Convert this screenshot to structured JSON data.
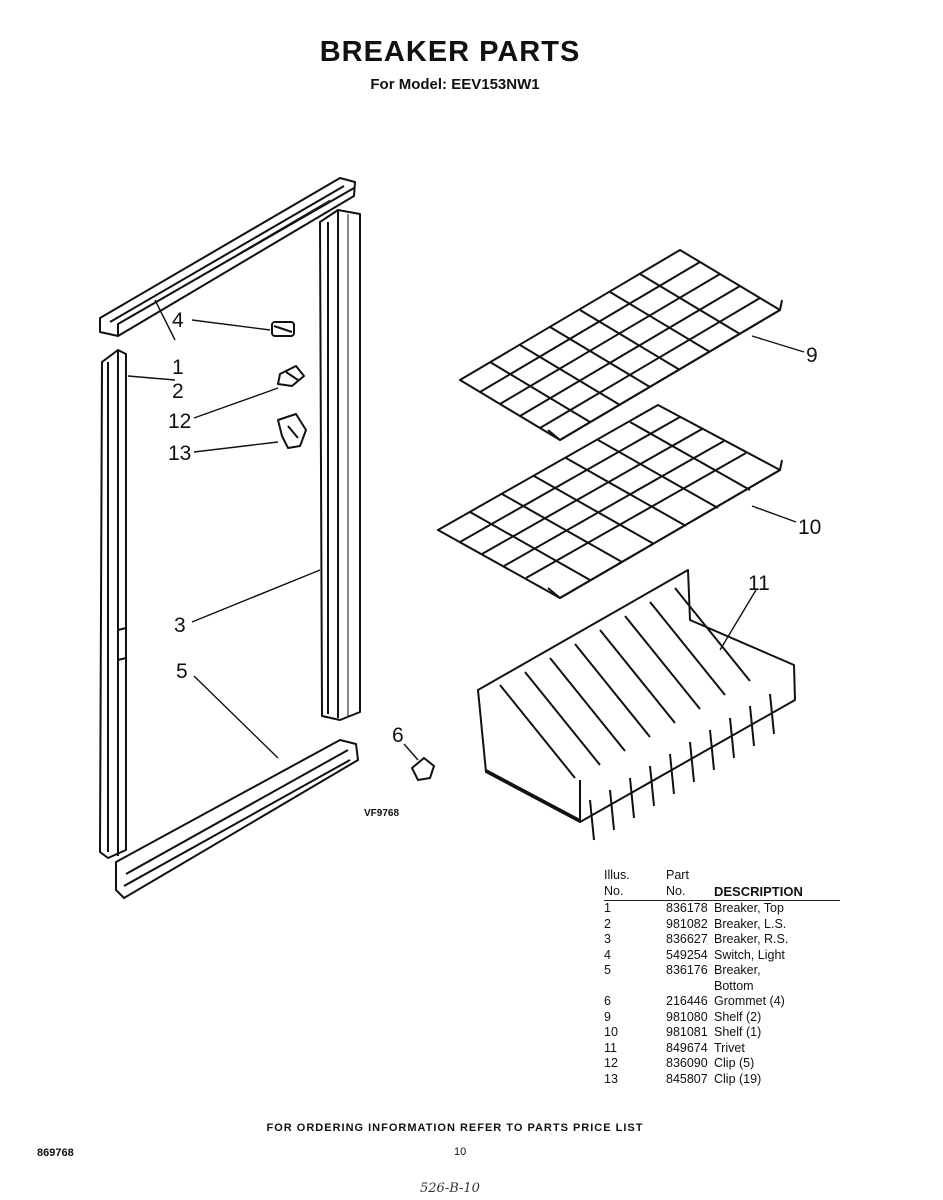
{
  "header": {
    "title": "BREAKER PARTS",
    "subtitle": "For Model: EEV153NW1"
  },
  "diagram": {
    "callouts": [
      "4",
      "1",
      "2",
      "12",
      "13",
      "3",
      "5",
      "6",
      "9",
      "10",
      "11"
    ],
    "figure_code": "VF9768"
  },
  "parts_table": {
    "headers": {
      "illus_line1": "Illus.",
      "illus_line2": "No.",
      "part_line1": "Part",
      "part_line2": "No.",
      "description": "DESCRIPTION"
    },
    "rows": [
      {
        "illus": "1",
        "part": "836178",
        "desc": "Breaker, Top"
      },
      {
        "illus": "2",
        "part": "981082",
        "desc": "Breaker, L.S."
      },
      {
        "illus": "3",
        "part": "836627",
        "desc": "Breaker, R.S."
      },
      {
        "illus": "4",
        "part": "549254",
        "desc": "Switch, Light"
      },
      {
        "illus": "5",
        "part": "836176",
        "desc": "Breaker,"
      },
      {
        "illus": "",
        "part": "",
        "desc": "Bottom"
      },
      {
        "illus": "6",
        "part": "216446",
        "desc": "Grommet (4)"
      },
      {
        "illus": "9",
        "part": "981080",
        "desc": "Shelf (2)"
      },
      {
        "illus": "10",
        "part": "981081",
        "desc": "Shelf (1)"
      },
      {
        "illus": "11",
        "part": "849674",
        "desc": "Trivet"
      },
      {
        "illus": "12",
        "part": "836090",
        "desc": "Clip (5)"
      },
      {
        "illus": "13",
        "part": "845807",
        "desc": "Clip (19)"
      }
    ]
  },
  "footer": {
    "note": "FOR ORDERING INFORMATION REFER TO PARTS PRICE LIST",
    "doc_number": "869768",
    "page_number": "10",
    "handwritten": "526-B-10"
  }
}
